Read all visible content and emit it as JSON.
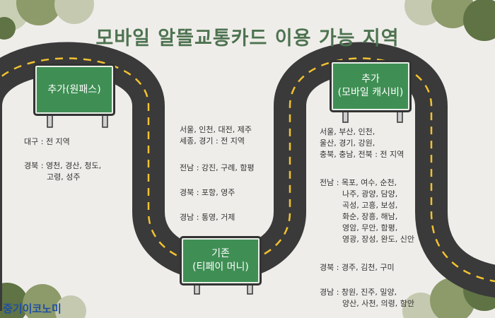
{
  "title": "모바일 알뜰교통카드 이용 가능 지역",
  "signs": {
    "onepass": [
      "추가(원패스)"
    ],
    "existing": [
      "기존",
      "(티페이 머니)"
    ],
    "mobile": [
      "추가",
      "(모바일 캐시비)"
    ]
  },
  "onepass_regions": {
    "daegu": "대구 : 전 지역",
    "gyeongbuk_1": "경북 : 영천, 경산, 청도,",
    "gyeongbuk_2": "고령, 성주"
  },
  "existing_regions": {
    "line1": "서울, 인천, 대전, 제주",
    "line2": "세종, 경기 : 전 지역",
    "jeonnam": "전남 : 강진, 구례, 함평",
    "gyeongbuk": "경북 : 포항, 영주",
    "gyeongnam": "경남 : 통영, 거제"
  },
  "mobile_regions": {
    "line1": "서울, 부산, 인천,",
    "line2": "울산, 경기, 강원,",
    "line3": "충북, 충남, 전북 : 전 지역",
    "jeonnam": [
      "전남 : 목포, 여수, 순천,",
      "나주, 광양, 담양,",
      "곡성, 고흥, 보성,",
      "화순, 장흥, 해남,",
      "영암, 무안, 함평,",
      "영광, 장성, 완도, 신안"
    ],
    "gyeongbuk": "경북 : 경주, 김천, 구미",
    "gyeongnam": [
      "경남 : 창원, 진주, 밀양,",
      "양산, 사천, 의령, 함안"
    ]
  },
  "brand": "중기이코노미",
  "colors": {
    "title": "#4d7350",
    "sign": "#3f8f54",
    "road": "#3a3a3a",
    "lane": "#f2c230",
    "brand": "#1f4fa3"
  }
}
